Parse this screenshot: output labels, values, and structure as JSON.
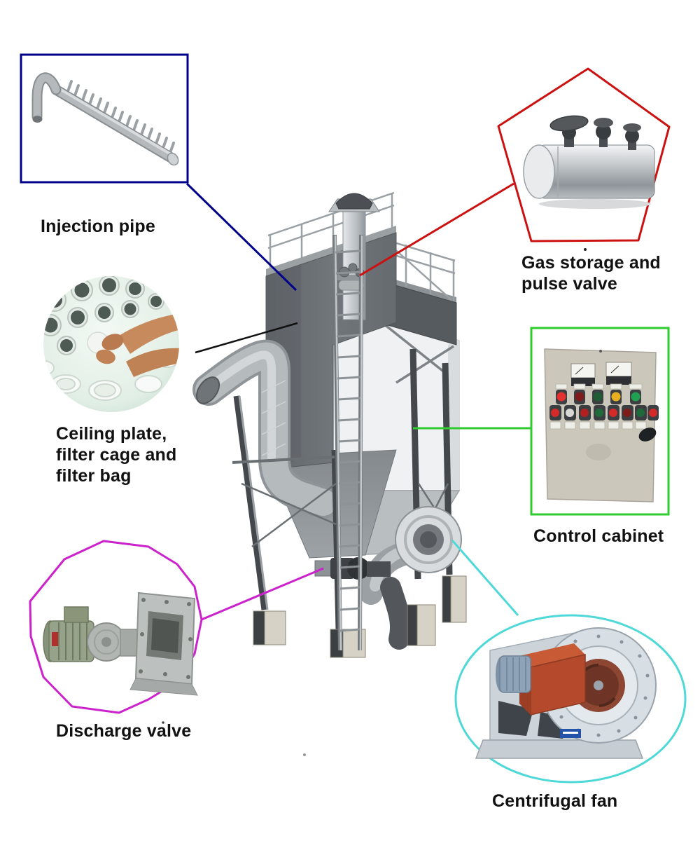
{
  "diagram": {
    "background_color": "#ffffff",
    "text_color": "#111111",
    "subject": "Pulse jet bag filter dust collector",
    "callouts": [
      {
        "id": "injection-pipe",
        "label": "Injection pipe",
        "outline_shape": "rectangle",
        "outline_color": "#00008b",
        "connector_color": "#00008b"
      },
      {
        "id": "gas-storage-pulse-valve",
        "label_lines": [
          "Gas storage and",
          "pulse valve"
        ],
        "outline_shape": "pentagon",
        "outline_color": "#cc1111",
        "connector_color": "#cc1111"
      },
      {
        "id": "ceiling-plate-filter-cage-filter-bag",
        "label_lines": [
          "Ceiling plate,",
          "filter cage and",
          "filter bag"
        ],
        "outline_shape": "circular-photo",
        "connector_color": "#111111"
      },
      {
        "id": "control-cabinet",
        "label": "Control cabinet",
        "outline_shape": "rectangle",
        "outline_color": "#2ecc2e",
        "connector_color": "#2ecc2e"
      },
      {
        "id": "discharge-valve",
        "label": "Discharge valve",
        "outline_shape": "polygon",
        "outline_color": "#cc22cc",
        "connector_color": "#cc22cc"
      },
      {
        "id": "centrifugal-fan",
        "label": "Centrifugal fan",
        "outline_shape": "ellipse",
        "outline_color": "#4fd8d8",
        "connector_color": "#4fd8d8"
      }
    ]
  }
}
